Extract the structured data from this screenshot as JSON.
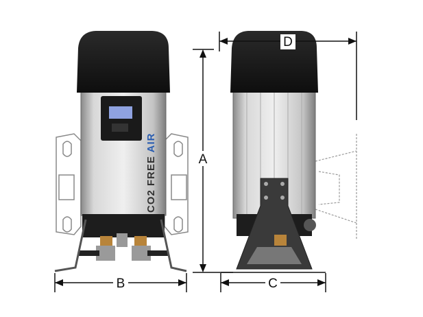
{
  "diagram": {
    "dimension_labels": {
      "a": "A",
      "b": "B",
      "c": "C",
      "d": "D"
    },
    "brand_text": {
      "main": "CO2 FREE ",
      "accent": "AIR"
    },
    "colors": {
      "accent": "#2a5db0",
      "cap": "#1c1c1c",
      "body": "#c9c9c9",
      "display": "#8fa2e0"
    }
  }
}
